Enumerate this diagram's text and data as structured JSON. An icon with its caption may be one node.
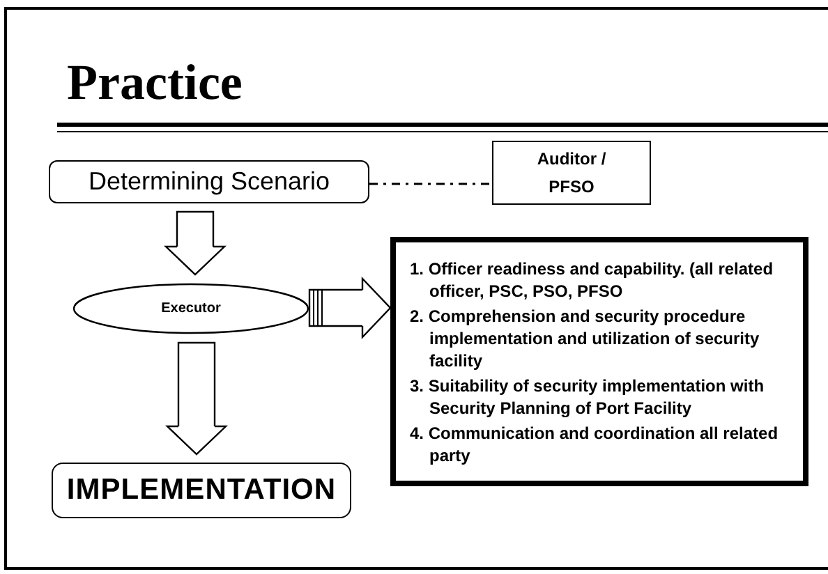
{
  "diagram": {
    "title": "Practice",
    "nodes": [
      {
        "text": [
          "Determining Scenario"
        ]
      },
      {
        "text": [
          "Auditor / PFSO"
        ]
      },
      {
        "text": [
          "Executor"
        ]
      },
      {
        "text": [
          "1. Officer readiness and capability. (all related officer, PSC, PSO, PFSO",
          "2. Comprehension and security procedure implementation and utilization of security facility",
          "3. Suitability of security implementation with Security Planning of Port Facility",
          "4. Communication and coordination all related party"
        ]
      },
      {
        "text": [
          "IMPLEMENTATION"
        ]
      }
    ],
    "edges": [
      {
        "from": 0,
        "to": 1,
        "arrow": "none",
        "style": "dashed"
      },
      {
        "from": 0,
        "to": 2,
        "arrow": "to"
      },
      {
        "from": 2,
        "to": 3,
        "arrow": "to"
      },
      {
        "from": 2,
        "to": 4,
        "arrow": "to"
      }
    ]
  }
}
